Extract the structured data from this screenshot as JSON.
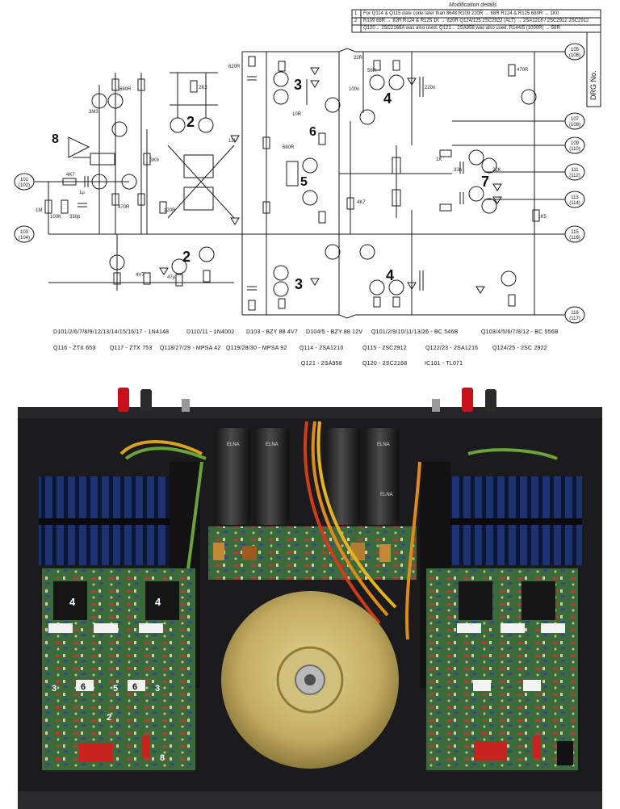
{
  "modification": {
    "title": "Modification details",
    "rows": [
      {
        "num": "1",
        "text": "For Q114 & Q115 date code later than 8648  R109 220R → 68R  R124 & R125 680R → 1K0"
      },
      {
        "num": "2",
        "text": "R109 68R → 82R  R124 & R125 1K → 820R  Q124/125 2SC2922 (ALT) → 2SA1216 / 2SC2912  2SC2912"
      },
      {
        "num": "",
        "text": "Q120→ 2SC2168A was also used.  Q121→ 2SA958 was also used.  R144/5 (1000R) → 56R"
      }
    ]
  },
  "drawing_no_label": "DRG No.",
  "handwritten": [
    "8",
    "2",
    "3",
    "4",
    "6",
    "5",
    "7",
    "2",
    "3",
    "4"
  ],
  "terminals": [
    {
      "name": "input",
      "top": "101",
      "bottom": "(102)"
    },
    {
      "name": "ground-in",
      "top": "103",
      "bottom": "(104)"
    },
    {
      "name": "rail-positive",
      "top": "105",
      "bottom": "(106)"
    },
    {
      "name": "out-a",
      "top": "107",
      "bottom": "(108)"
    },
    {
      "name": "out-b",
      "top": "109",
      "bottom": "(110)"
    },
    {
      "name": "out-c",
      "top": "111",
      "bottom": "(112)"
    },
    {
      "name": "out-d",
      "top": "113",
      "bottom": "(114)"
    },
    {
      "name": "rail-mid",
      "top": "115",
      "bottom": "(116)"
    },
    {
      "name": "rail-negative",
      "top": "116",
      "bottom": "(117)"
    }
  ],
  "labels": {
    "r_in1": "4K7",
    "c_in": "1µ",
    "r_in2": "1M",
    "r_in3": "100K",
    "c_in2": "330p",
    "r_fb": "470R",
    "r_680": "680R",
    "r_3k9": "3K9",
    "r_2k2": "2K2",
    "r_820": "820R",
    "r_3m3": "3M3",
    "r_22r": "22R",
    "r_56r": "56R",
    "r_10r": "10R",
    "c_100n": "100n",
    "c_220n": "220n",
    "r_1k": "1K",
    "r_33n": "33n",
    "r_22k": "22K",
    "r_4k7": "4K7",
    "c_47u": "47µ",
    "r_120r": "120R",
    "v_12v": "12V",
    "r_1k5": "1K5",
    "r_470": "470R",
    "vz_4v7": "4V7",
    "r_680b": "680R"
  },
  "components": [
    "D101/2/6/7/8/9/12/13/14/15/16/17 - 1N4148",
    "D110/11 - 1N4002",
    "D103 - BZY 88 4V7",
    "D104/5 - BZY 88 12V",
    "Q101/2/9/10/11/13/26 - BC 546B",
    "Q103/4/5/6/7/8/12 - BC 556B",
    "Q116 - ZTX 653",
    "Q117 - ZTX 753",
    "Q118/27/29 - MPSA 42",
    "Q119/28/30 - MPSA 92",
    "Q114 - 2SA1210",
    "Q115 - 2SC2912",
    "Q122/23 - 2SA1216",
    "Q124/25 - 2SC 2922",
    "Q121 - 2SA958",
    "Q120 - 2SC2168",
    "IC101 - TL071"
  ],
  "photo": {
    "caps": [
      "ELNA",
      "ELNA",
      "ELNA",
      "ELNA"
    ],
    "marks": [
      "4",
      "4",
      "3",
      "6",
      "5",
      "6",
      "3",
      "2",
      "8"
    ]
  },
  "colors": {
    "ink": "#1a1a1a",
    "chassis": "#1b1b1d",
    "pcb": "#3c6e3a",
    "heatsink": "#1f3a78",
    "toroid": "#c9b772",
    "terminal_red": "#c8101a"
  }
}
